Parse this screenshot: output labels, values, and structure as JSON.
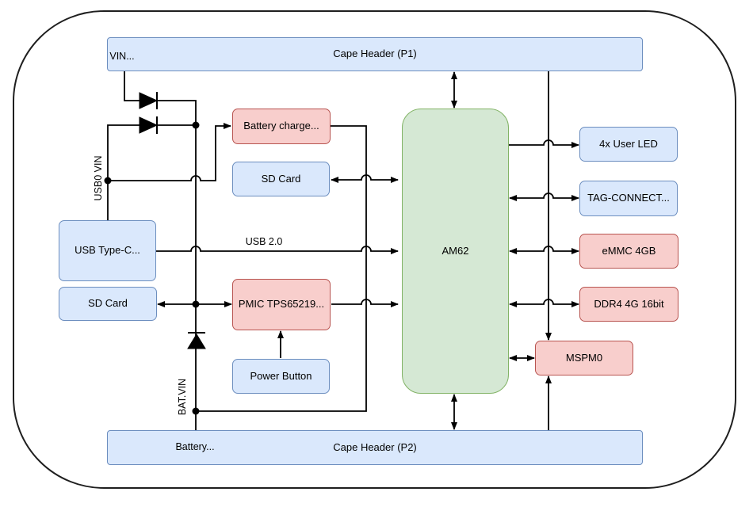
{
  "diagram": {
    "nodes": {
      "cape_header_p1": {
        "label": "Cape Header (P1)",
        "color": "blue"
      },
      "cape_header_p2": {
        "label": "Cape Header (P2)",
        "color": "blue"
      },
      "usb_type_c": {
        "label": "USB Type-C...",
        "color": "blue"
      },
      "sd_card_left": {
        "label": "SD Card",
        "color": "blue"
      },
      "battery_charger": {
        "label": "Battery charge...",
        "color": "red"
      },
      "sd_card_mid": {
        "label": "SD Card",
        "color": "blue"
      },
      "pmic": {
        "label": "PMIC TPS65219...",
        "color": "red"
      },
      "power_button": {
        "label": "Power Button",
        "color": "blue"
      },
      "am62": {
        "label": "AM62",
        "color": "green"
      },
      "user_led": {
        "label": "4x User LED",
        "color": "blue"
      },
      "tag_connect": {
        "label": "TAG-CONNECT...",
        "color": "blue"
      },
      "emmc": {
        "label": "eMMC 4GB",
        "color": "red"
      },
      "ddr4": {
        "label": "DDR4 4G 16bit",
        "color": "red"
      },
      "mspm0": {
        "label": "MSPM0",
        "color": "red"
      }
    },
    "labels": {
      "vin_pin": "VIN...",
      "battery_pin": "Battery...",
      "usb0_vin": "USB0 VIN",
      "bat_vin": "BAT.VIN",
      "usb20": "USB 2.0"
    },
    "edges": [
      {
        "from": "Cape Header (P1) VIN",
        "to": "power rail",
        "style": "diode-series",
        "arrow": "none"
      },
      {
        "from": "USB0 VIN (USB Type-C)",
        "to": "power rail",
        "style": "diode-series",
        "arrow": "none"
      },
      {
        "from": "USB0 VIN (USB Type-C)",
        "to": "Battery charge...",
        "arrow": "end"
      },
      {
        "from": "Battery charge...",
        "to": "BAT.VIN node",
        "arrow": "none"
      },
      {
        "from": "BAT.VIN node",
        "to": "power rail",
        "style": "diode-series",
        "arrow": "none"
      },
      {
        "from": "BAT.VIN node",
        "to": "Cape Header (P2)",
        "arrow": "none"
      },
      {
        "from": "power rail",
        "to": "SD Card (left)",
        "arrow": "end"
      },
      {
        "from": "power rail",
        "to": "PMIC TPS65219...",
        "arrow": "end"
      },
      {
        "from": "SD Card",
        "to": "AM62",
        "arrow": "both"
      },
      {
        "from": "USB Type-C...",
        "to": "AM62",
        "label": "USB 2.0",
        "arrow": "end"
      },
      {
        "from": "PMIC TPS65219...",
        "to": "AM62",
        "arrow": "end"
      },
      {
        "from": "Power Button",
        "to": "PMIC TPS65219...",
        "arrow": "end"
      },
      {
        "from": "Cape Header (P1)",
        "to": "AM62",
        "arrow": "both"
      },
      {
        "from": "AM62",
        "to": "Cape Header (P2)",
        "arrow": "both"
      },
      {
        "from": "AM62",
        "to": "4x User LED",
        "arrow": "end"
      },
      {
        "from": "AM62",
        "to": "TAG-CONNECT...",
        "arrow": "both"
      },
      {
        "from": "AM62",
        "to": "eMMC 4GB",
        "arrow": "both"
      },
      {
        "from": "AM62",
        "to": "DDR4 4G 16bit",
        "arrow": "both"
      },
      {
        "from": "AM62",
        "to": "MSPM0",
        "arrow": "both"
      },
      {
        "from": "Cape Header (P1)",
        "to": "MSPM0",
        "arrow": "end"
      },
      {
        "from": "Cape Header (P2)",
        "to": "MSPM0",
        "arrow": "end"
      }
    ],
    "colors": {
      "blue_fill": "#dae8fc",
      "blue_stroke": "#6c8ebf",
      "red_fill": "#f8cecc",
      "red_stroke": "#b85450",
      "green_fill": "#d5e8d4",
      "green_stroke": "#82b366",
      "wire": "#000000",
      "outline": "#1f1f1f"
    }
  }
}
